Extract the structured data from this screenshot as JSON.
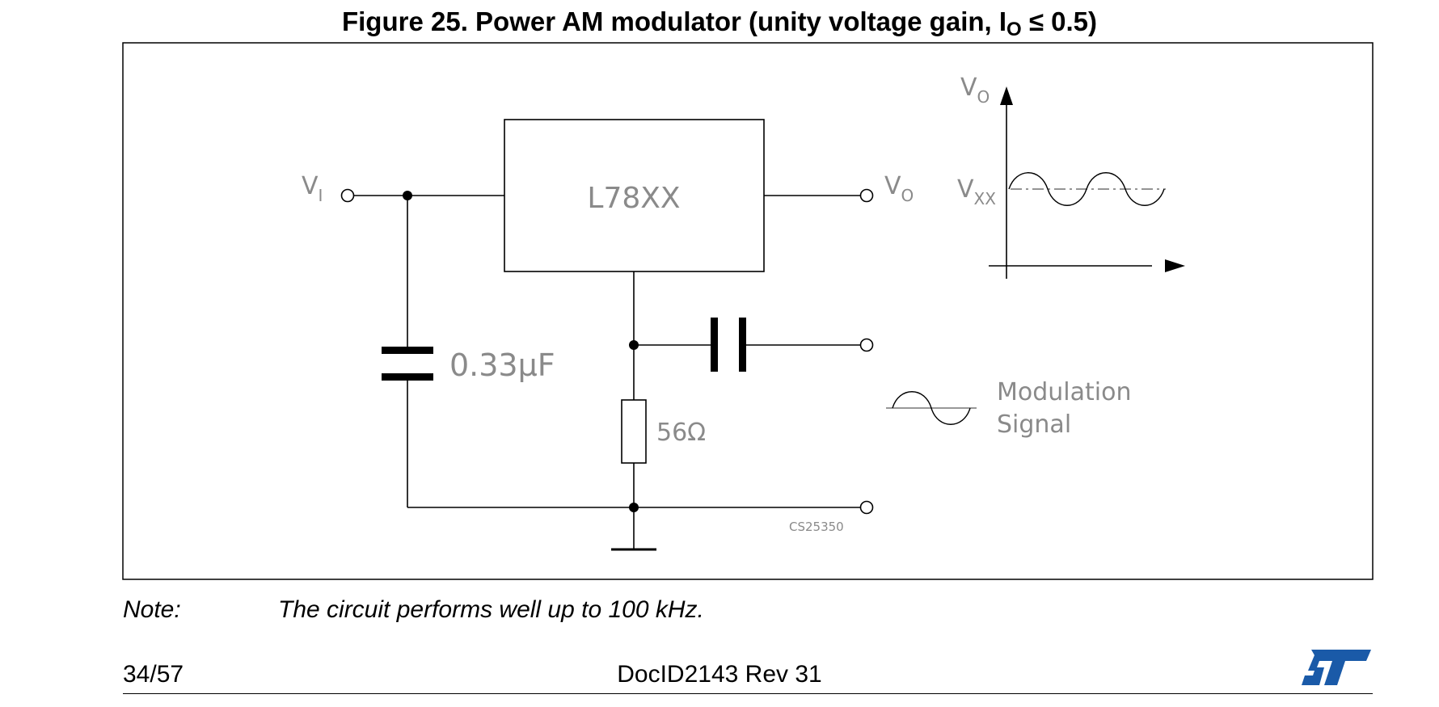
{
  "figure": {
    "title_prefix": "Figure 25. Power AM modulator (unity voltage gain, I",
    "title_sub": "O",
    "title_suffix": " ≤ 0.5)"
  },
  "schematic": {
    "input_label": "V",
    "input_sub": "I",
    "output_label": "V",
    "output_sub": "O",
    "ic_label": "L78XX",
    "capacitor_label": "0.33µF",
    "resistor_label": "56Ω",
    "drawing_code": "CS25350",
    "modulation_label_line1": "Modulation",
    "modulation_label_line2": "Signal",
    "graph_y_label": "V",
    "graph_y_sub": "O",
    "graph_level_label": "V",
    "graph_level_sub": "XX"
  },
  "note": {
    "label": "Note:",
    "text": "The circuit performs well up to 100 kHz."
  },
  "footer": {
    "page": "34/57",
    "doc_id": "DocID2143 Rev 31",
    "logo_text": "ST"
  },
  "colors": {
    "schematic_text": "#8a8a8a",
    "logo_blue": "#1a5aa8"
  }
}
